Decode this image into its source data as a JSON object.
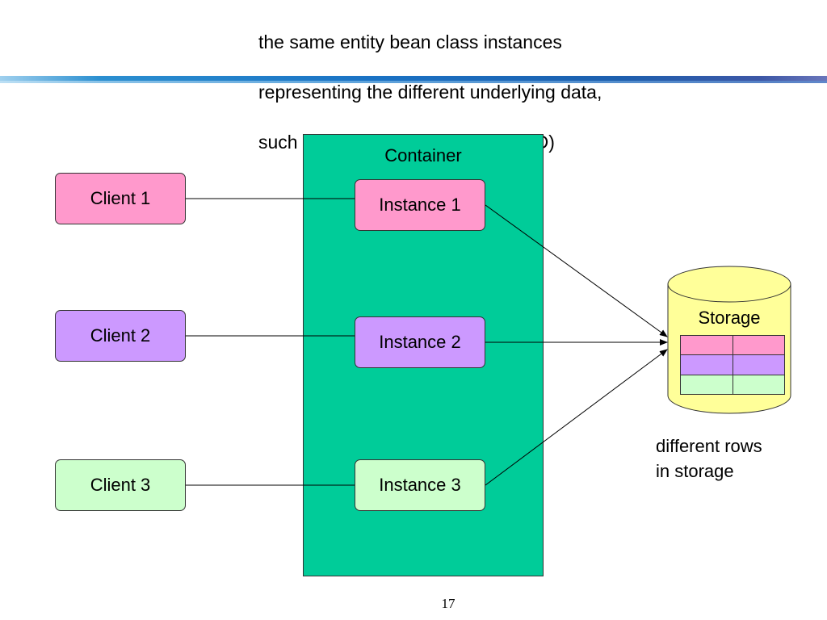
{
  "title_lines": [
    "the same entity bean class instances",
    "representing the different underlying data,",
    "such as back account (the same ID)"
  ],
  "container": {
    "label": "Container"
  },
  "clients": [
    {
      "label": "Client 1",
      "color": "#ff99cc"
    },
    {
      "label": "Client 2",
      "color": "#cc99ff"
    },
    {
      "label": "Client 3",
      "color": "#ccffcc"
    }
  ],
  "instances": [
    {
      "label": "Instance 1",
      "color": "#ff99cc"
    },
    {
      "label": "Instance 2",
      "color": "#cc99ff"
    },
    {
      "label": "Instance 3",
      "color": "#ccffcc"
    }
  ],
  "storage": {
    "label": "Storage",
    "color": "#ffff99",
    "row_colors": [
      "#ff99cc",
      "#cc99ff",
      "#ccffcc"
    ]
  },
  "note_lines": [
    "different rows",
    "in storage"
  ],
  "page_number": "17",
  "colors": {
    "container": "#00cc99",
    "banner": "#1a72c4"
  }
}
